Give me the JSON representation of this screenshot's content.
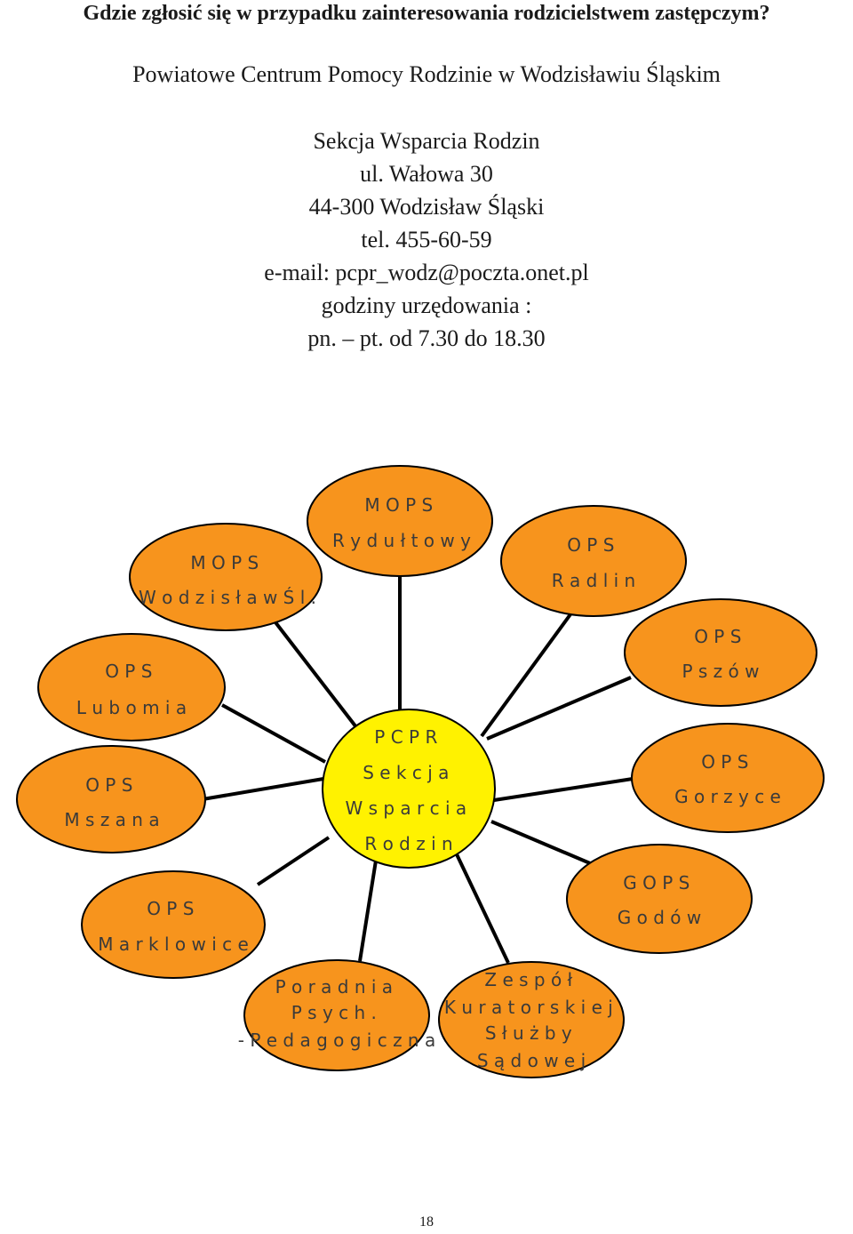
{
  "document": {
    "heading": "Gdzie zgłosić się w przypadku zainteresowania rodzicielstwem zastępczym?",
    "organization": "Powiatowe Centrum Pomocy Rodzinie w Wodzisławiu  Śląskim",
    "contact_lines": [
      "Sekcja Wsparcia Rodzin",
      "ul. Wałowa 30",
      "44-300 Wodzisław Śląski",
      "tel. 455-60-59",
      "e-mail: pcpr_wodz@poczta.onet.pl",
      "godziny urzędowania :",
      "pn. – pt. od 7.30 do 18.30"
    ],
    "page_number": "18"
  },
  "diagram": {
    "colors": {
      "center": "#fff200",
      "node": "#f7941d",
      "stroke": "#000000",
      "text": "#3a3a3a"
    },
    "center": {
      "id": "pcpr",
      "lines": [
        "P C P R",
        "S e k c j a",
        "W s p a r c i a",
        "R o d z i n"
      ]
    },
    "nodes": [
      {
        "id": "mops-rydultowy",
        "lines": [
          "M O P S",
          "R y d u ł t o w y"
        ]
      },
      {
        "id": "mops-wodzislaw",
        "lines": [
          "M O P S",
          "W o d z i s ł a w  Ś l ."
        ]
      },
      {
        "id": "ops-radlin",
        "lines": [
          "O P S",
          "R a d l i n"
        ]
      },
      {
        "id": "ops-lubomia",
        "lines": [
          "O P S",
          "L u b o m i a"
        ]
      },
      {
        "id": "ops-pszow",
        "lines": [
          "O P S",
          "P s z ó w"
        ]
      },
      {
        "id": "ops-mszana",
        "lines": [
          "O P S",
          "M s z a n a"
        ]
      },
      {
        "id": "ops-gorzyce",
        "lines": [
          "O P S",
          "G o r z y c e"
        ]
      },
      {
        "id": "ops-marklowice",
        "lines": [
          "O P S",
          "M a r k l o w i c e"
        ]
      },
      {
        "id": "gops-godow",
        "lines": [
          "G O P S",
          "G o d ó w"
        ]
      },
      {
        "id": "poradnia",
        "lines": [
          "P o r a d n i a",
          "P s y c h .",
          "- P e d a g o g i c z n a"
        ]
      },
      {
        "id": "zespol",
        "lines": [
          "Z e s p ó ł",
          "K u r a t o r s k i e j",
          "S ł u ż b y",
          "S ą d o w e j"
        ]
      }
    ]
  }
}
